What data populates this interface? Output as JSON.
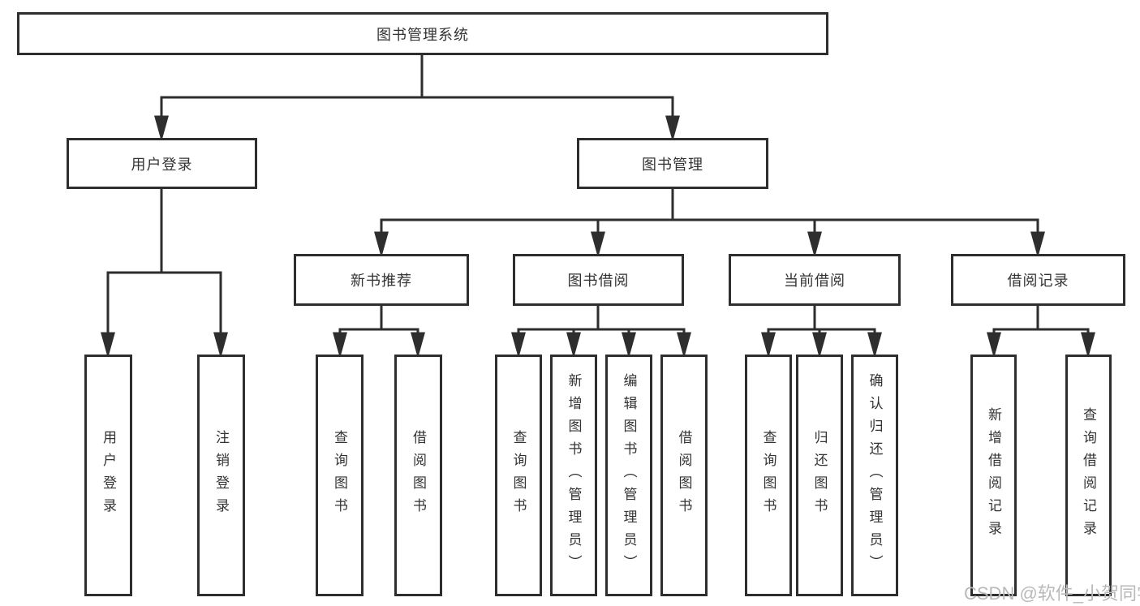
{
  "tree": {
    "label": "图书管理系统",
    "children": [
      {
        "label": "用户登录",
        "children": [
          {
            "label": "用户登录"
          },
          {
            "label": "注销登录"
          }
        ]
      },
      {
        "label": "图书管理",
        "children": [
          {
            "label": "新书推荐",
            "children": [
              {
                "label": "查询图书"
              },
              {
                "label": "借阅图书"
              }
            ]
          },
          {
            "label": "图书借阅",
            "children": [
              {
                "label": "查询图书"
              },
              {
                "label": "新增图书（管理员）"
              },
              {
                "label": "编辑图书（管理员）"
              },
              {
                "label": "借阅图书"
              }
            ]
          },
          {
            "label": "当前借阅",
            "children": [
              {
                "label": "查询图书"
              },
              {
                "label": "归还图书"
              },
              {
                "label": "确认归还（管理员）"
              }
            ]
          },
          {
            "label": "借阅记录",
            "children": [
              {
                "label": "新增借阅记录"
              },
              {
                "label": "查询借阅记录"
              }
            ]
          }
        ]
      }
    ]
  },
  "watermark": {
    "text": "CSDN @软件_小贺同学"
  },
  "colors": {
    "line": "#2e2e2e",
    "box_border": "#2e2e2e",
    "text": "#333333",
    "watermark": "#b9b9b9",
    "background": "#ffffff"
  }
}
